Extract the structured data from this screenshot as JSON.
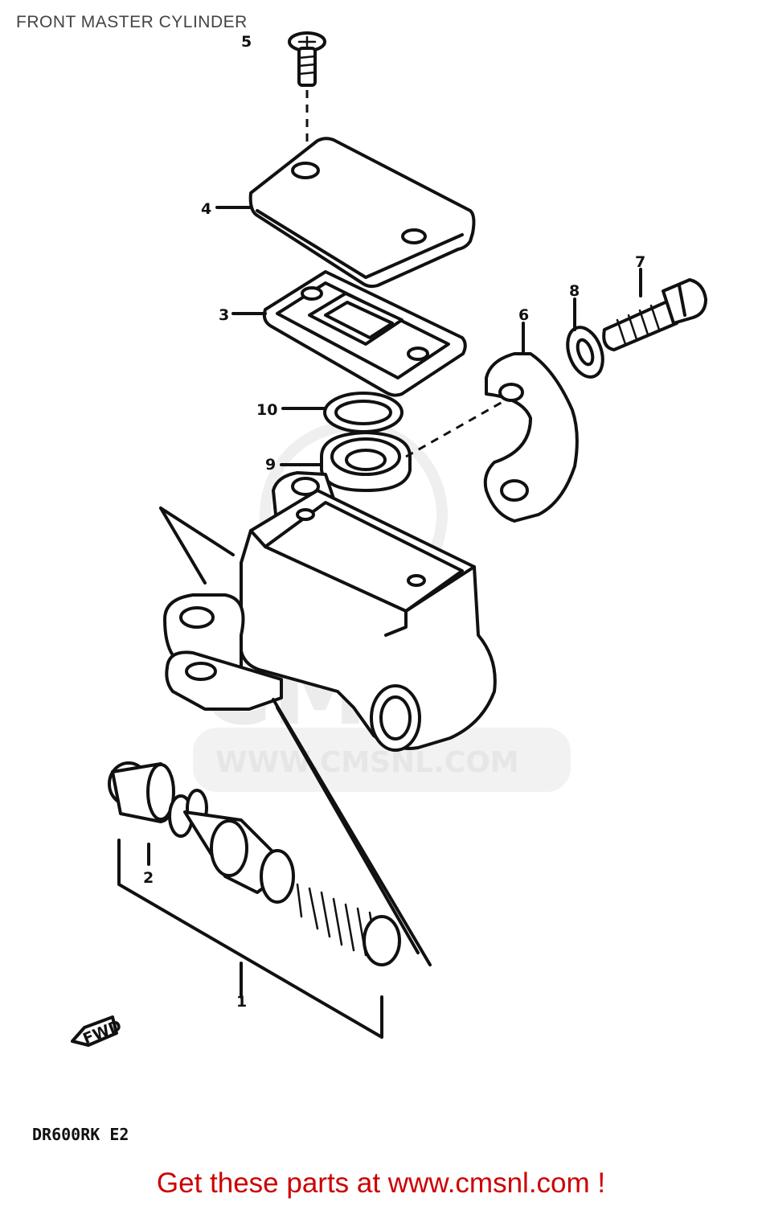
{
  "title": "FRONT MASTER CYLINDER",
  "watermark": {
    "brand": "CMS",
    "url": "WWW.CMSNL.COM"
  },
  "callouts": {
    "c1": "1",
    "c2": "2",
    "c3": "3",
    "c4": "4",
    "c5": "5",
    "c6": "6",
    "c7": "7",
    "c8": "8",
    "c9": "9",
    "c10": "10"
  },
  "fwd_label": "FWD",
  "model_code": "DR600RK E2",
  "footer": {
    "link_text": "Get these parts at www.cmsnl.com !"
  }
}
